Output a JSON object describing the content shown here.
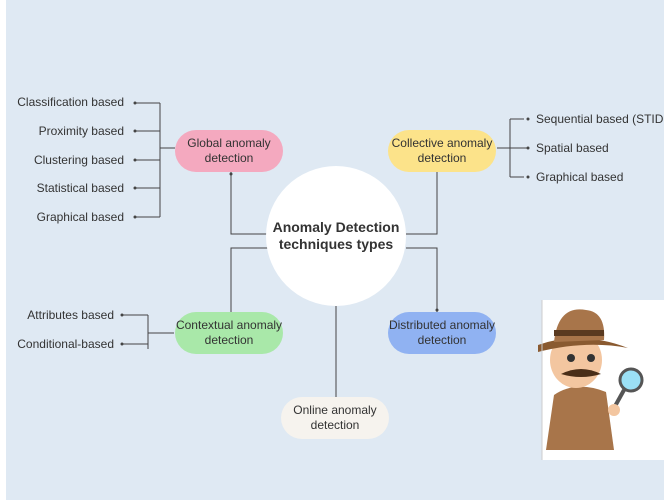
{
  "center": {
    "title": "Anomaly Detection techniques types"
  },
  "global": {
    "label": "Global anomaly detection",
    "color": "#f4a9bf",
    "items": [
      "Classification based",
      "Proximity based",
      "Clustering based",
      "Statistical based",
      "Graphical based"
    ]
  },
  "collective": {
    "label": "Collective anomaly detection",
    "color": "#fce38a",
    "items": [
      "Sequential based (STIDE)",
      "Spatial based",
      "Graphical based"
    ]
  },
  "contextual": {
    "label": "Contextual anomaly detection",
    "color": "#a9e8a9",
    "items": [
      "Attributes based",
      "Conditional-based"
    ]
  },
  "distributed": {
    "label": "Distributed anomaly detection",
    "color": "#90b2f2"
  },
  "online": {
    "label": "Online anomaly detection",
    "color": "#f6f3ee"
  },
  "illustration": {
    "icon": "detective-with-magnifier"
  }
}
